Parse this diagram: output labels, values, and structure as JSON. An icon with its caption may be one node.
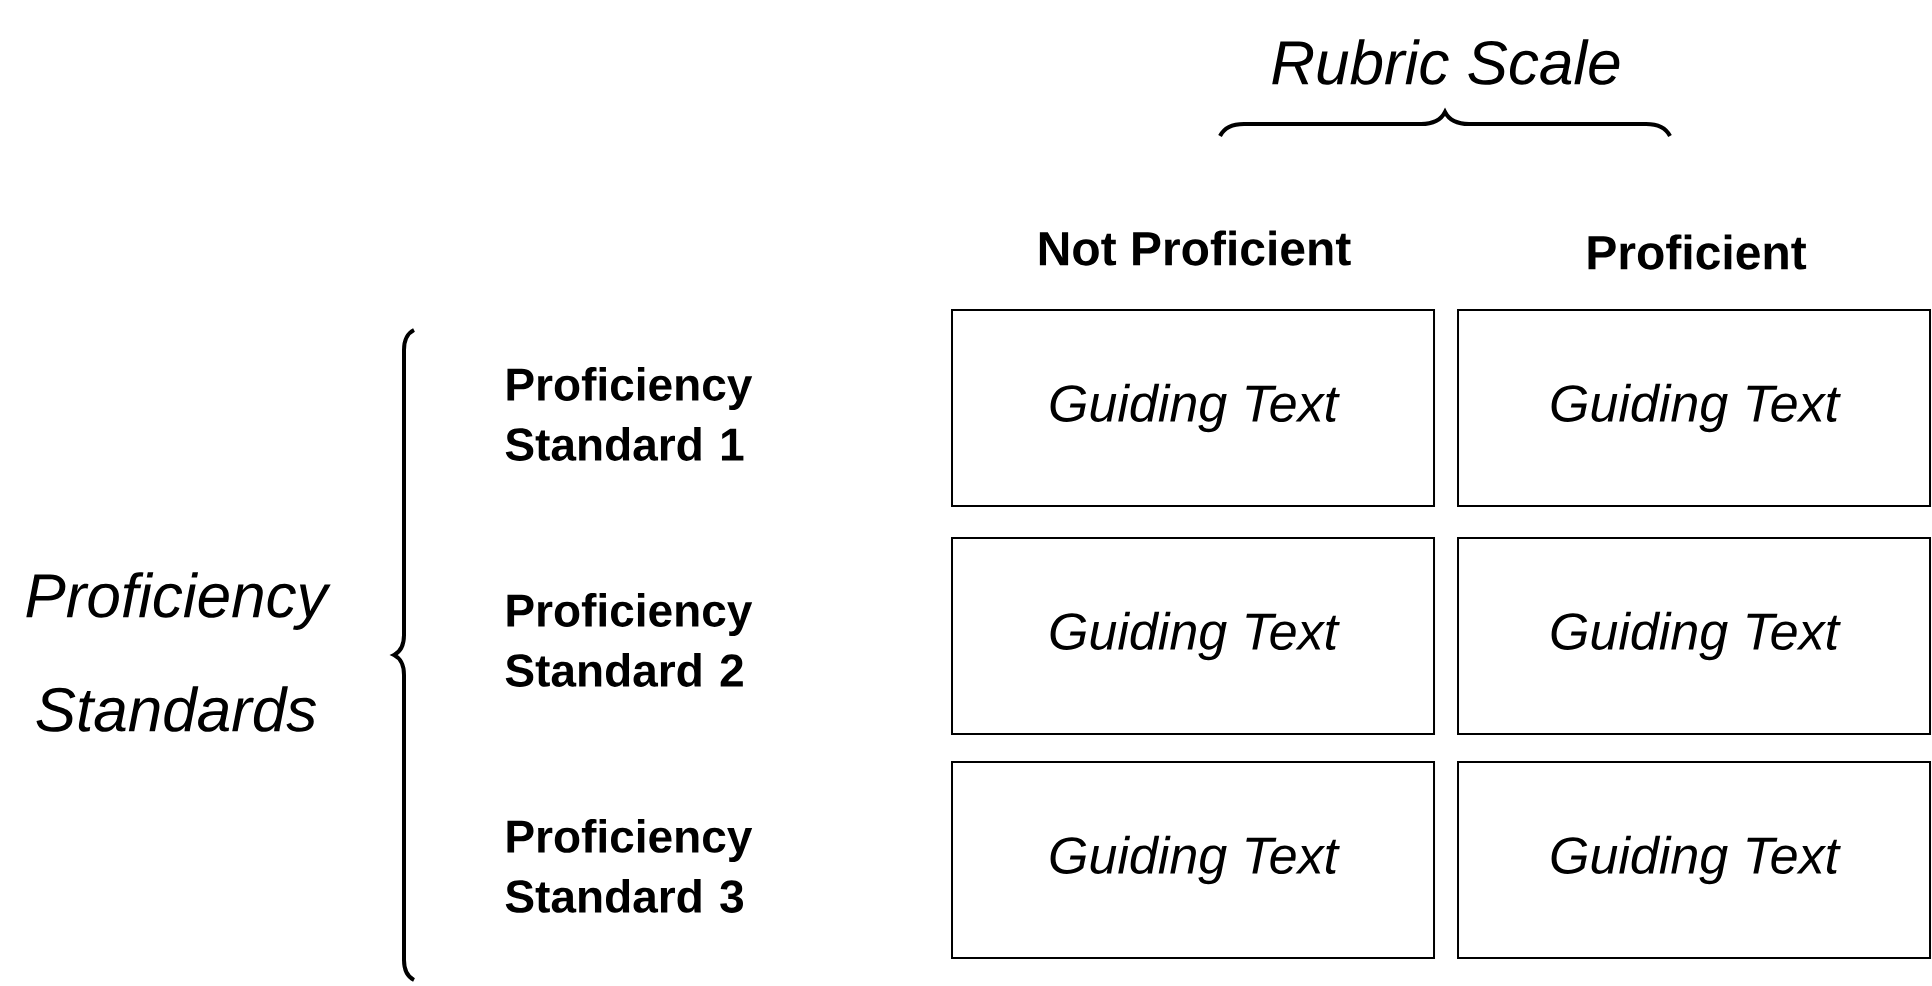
{
  "diagram": {
    "nodes": [
      {
        "text": [
          "Guiding Text"
        ]
      },
      {
        "text": [
          "Guiding Text"
        ]
      },
      {
        "text": [
          "Guiding Text"
        ]
      },
      {
        "text": [
          "Guiding Text"
        ]
      },
      {
        "text": [
          "Guiding Text"
        ]
      },
      {
        "text": [
          "Guiding Text"
        ]
      }
    ],
    "labels": [
      "Rubric Scale",
      "Not Proficient",
      "Proficient",
      "Proficiency Standards",
      "Proficiency Standard 1",
      "Proficiency Standard 2",
      "Proficiency Standard 3"
    ]
  }
}
